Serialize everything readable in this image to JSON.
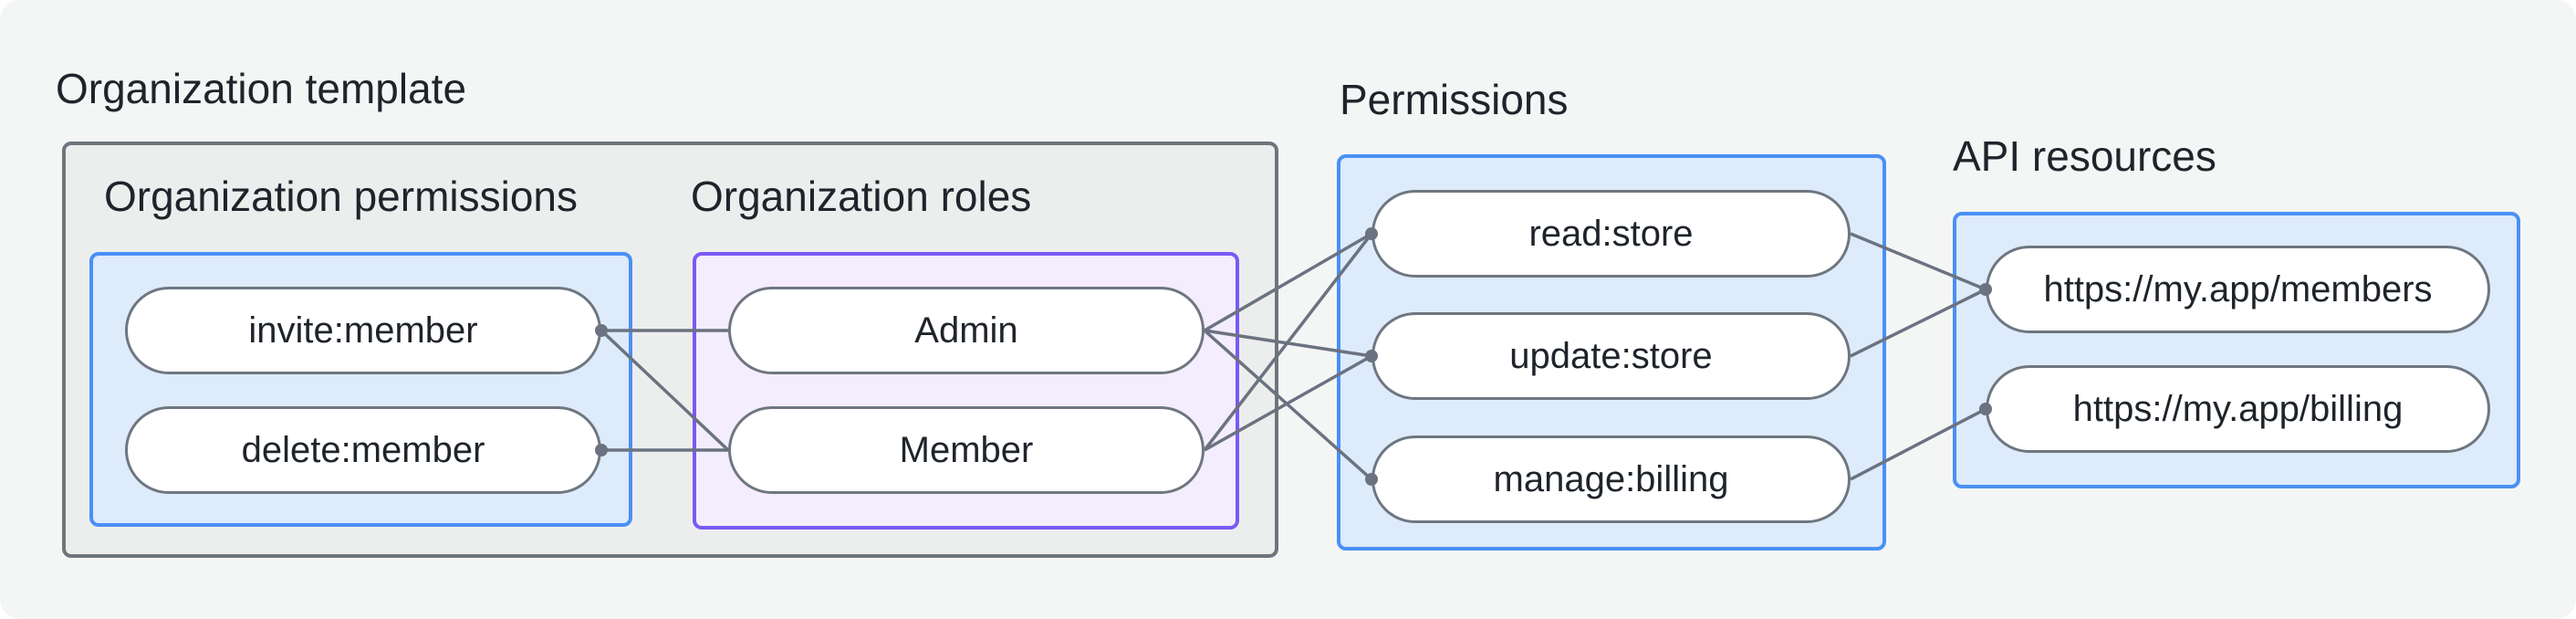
{
  "labels": {
    "org_template": "Organization template",
    "org_permissions": "Organization permissions",
    "org_roles": "Organization roles",
    "permissions": "Permissions",
    "api_resources": "API resources"
  },
  "nodes": [
    {
      "id": "invite-member",
      "label": "invite:member",
      "group": "organization-permissions"
    },
    {
      "id": "delete-member",
      "label": "delete:member",
      "group": "organization-permissions"
    },
    {
      "id": "admin",
      "label": "Admin",
      "group": "organization-roles"
    },
    {
      "id": "member",
      "label": "Member",
      "group": "organization-roles"
    },
    {
      "id": "read-store",
      "label": "read:store",
      "group": "permissions"
    },
    {
      "id": "update-store",
      "label": "update:store",
      "group": "permissions"
    },
    {
      "id": "manage-billing",
      "label": "manage:billing",
      "group": "permissions"
    },
    {
      "id": "members-api",
      "label": "https://my.app/members",
      "group": "api-resources"
    },
    {
      "id": "billing-api",
      "label": "https://my.app/billing",
      "group": "api-resources"
    }
  ],
  "edges": [
    {
      "from": "invite-member",
      "fromSide": "right",
      "to": "admin",
      "toSide": "left"
    },
    {
      "from": "invite-member",
      "fromSide": "right",
      "to": "member",
      "toSide": "left"
    },
    {
      "from": "delete-member",
      "fromSide": "right",
      "to": "member",
      "toSide": "left"
    },
    {
      "from": "admin",
      "fromSide": "right",
      "to": "read-store",
      "toSide": "left"
    },
    {
      "from": "admin",
      "fromSide": "right",
      "to": "update-store",
      "toSide": "left"
    },
    {
      "from": "admin",
      "fromSide": "right",
      "to": "manage-billing",
      "toSide": "left"
    },
    {
      "from": "member",
      "fromSide": "right",
      "to": "read-store",
      "toSide": "left"
    },
    {
      "from": "member",
      "fromSide": "right",
      "to": "update-store",
      "toSide": "left"
    },
    {
      "from": "read-store",
      "fromSide": "right",
      "to": "members-api",
      "toSide": "left"
    },
    {
      "from": "update-store",
      "fromSide": "right",
      "to": "members-api",
      "toSide": "left"
    },
    {
      "from": "manage-billing",
      "fromSide": "right",
      "to": "billing-api",
      "toSide": "left"
    }
  ],
  "dots": [
    {
      "node": "invite-member",
      "side": "right"
    },
    {
      "node": "delete-member",
      "side": "right"
    },
    {
      "node": "read-store",
      "side": "left"
    },
    {
      "node": "update-store",
      "side": "left"
    },
    {
      "node": "manage-billing",
      "side": "left"
    },
    {
      "node": "members-api",
      "side": "left"
    },
    {
      "node": "billing-api",
      "side": "left"
    }
  ],
  "colors": {
    "accent_blue_border": "#4a90f5",
    "accent_blue_fill": "#ddebfb",
    "accent_purple_border": "#7b59f4",
    "accent_purple_fill": "#f3edfd",
    "container_gray_border": "#6e757d",
    "container_gray_fill": "#eceeed",
    "connector_gray": "#6b7280",
    "page_background": "#f4f6f5",
    "text": "#1f242b"
  }
}
